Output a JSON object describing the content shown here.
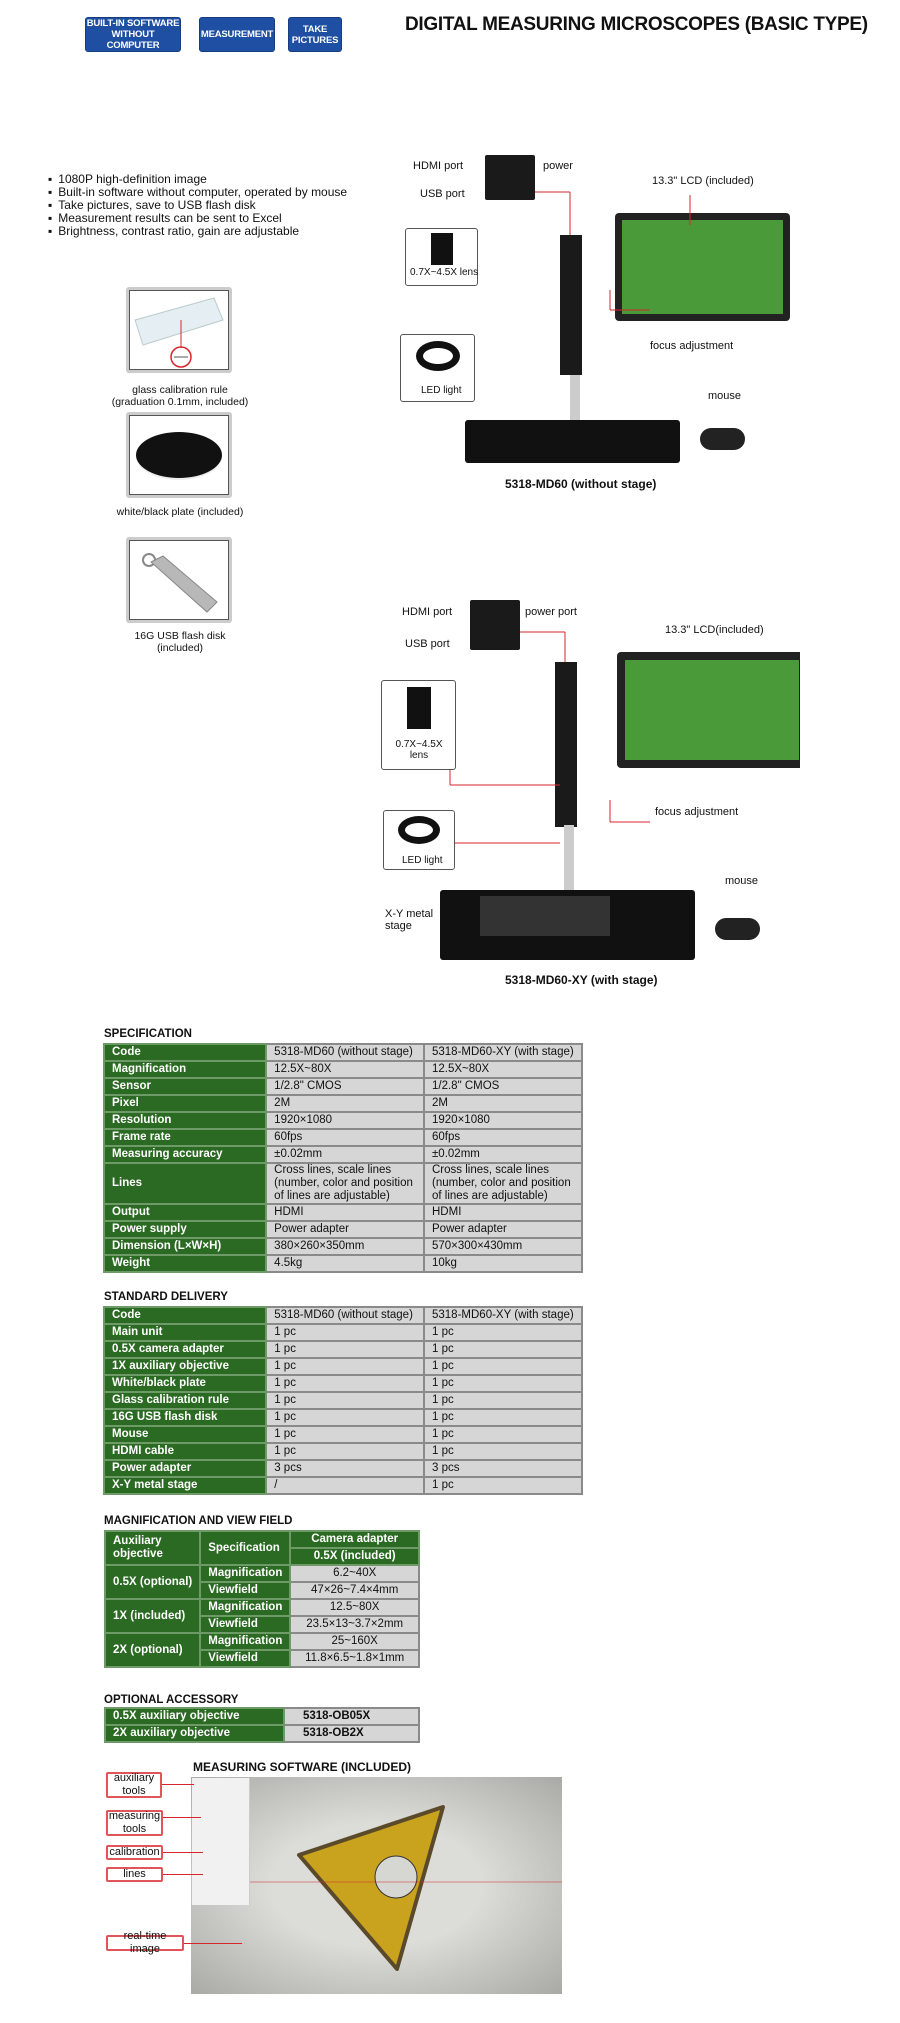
{
  "header": {
    "tags": [
      "BUILT-IN SOFTWARE WITHOUT COMPUTER",
      "MEASUREMENT",
      "TAKE PICTURES"
    ],
    "title": "DIGITAL MEASURING MICROSCOPES (BASIC TYPE)"
  },
  "features": [
    "1080P high-definition image",
    "Built-in software without computer, operated by mouse",
    "Take pictures, save to USB flash disk",
    "Measurement results can be sent to Excel",
    "Brightness, contrast ratio, gain are adjustable"
  ],
  "accessories": [
    {
      "label": "glass calibration rule (graduation 0.1mm, included)"
    },
    {
      "label": "white/black plate (included)"
    },
    {
      "label": "16G USB flash disk (included)"
    }
  ],
  "model1": {
    "caption": "5318-MD60 (without stage)",
    "hdmi": "HDMI port",
    "power": "power",
    "usb": "USB port",
    "lcd": "13.3\" LCD (included)",
    "lens": "0.7X~4.5X lens",
    "led": "LED light",
    "focus": "focus adjustment",
    "mouse": "mouse"
  },
  "model2": {
    "caption": "5318-MD60-XY (with stage)",
    "hdmi": "HDMI port",
    "power": "power port",
    "usb": "USB port",
    "lcd": "13.3\" LCD(included)",
    "lens": "0.7X~4.5X lens",
    "led": "LED light",
    "focus": "focus adjustment",
    "mouse": "mouse",
    "stage": "X-Y metal stage"
  },
  "specification": {
    "title": "SPECIFICATION",
    "rows": [
      [
        "Code",
        "5318-MD60 (without stage)",
        "5318-MD60-XY (with stage)"
      ],
      [
        "Magnification",
        "12.5X~80X",
        "12.5X~80X"
      ],
      [
        "Sensor",
        "1/2.8\" CMOS",
        "1/2.8\" CMOS"
      ],
      [
        "Pixel",
        "2M",
        "2M"
      ],
      [
        "Resolution",
        "1920×1080",
        "1920×1080"
      ],
      [
        "Frame rate",
        "60fps",
        "60fps"
      ],
      [
        "Measuring accuracy",
        "±0.02mm",
        "±0.02mm"
      ],
      [
        "Lines",
        "Cross lines, scale lines (number, color and position of lines are adjustable)",
        "Cross lines, scale lines (number, color and position of lines are adjustable)"
      ],
      [
        "Output",
        "HDMI",
        "HDMI"
      ],
      [
        "Power supply",
        "Power adapter",
        "Power adapter"
      ],
      [
        "Dimension (L×W×H)",
        "380×260×350mm",
        "570×300×430mm"
      ],
      [
        "Weight",
        "4.5kg",
        "10kg"
      ]
    ]
  },
  "delivery": {
    "title": "STANDARD DELIVERY",
    "rows": [
      [
        "Code",
        "5318-MD60 (without stage)",
        "5318-MD60-XY (with stage)"
      ],
      [
        "Main unit",
        "1 pc",
        "1 pc"
      ],
      [
        "0.5X camera adapter",
        "1 pc",
        "1 pc"
      ],
      [
        "1X auxiliary objective",
        "1 pc",
        "1 pc"
      ],
      [
        "White/black plate",
        "1 pc",
        "1 pc"
      ],
      [
        "Glass calibration rule",
        "1 pc",
        "1 pc"
      ],
      [
        "16G USB flash disk",
        "1 pc",
        "1 pc"
      ],
      [
        "Mouse",
        "1 pc",
        "1 pc"
      ],
      [
        "HDMI cable",
        "1 pc",
        "1 pc"
      ],
      [
        "Power adapter",
        "3 pcs",
        "3 pcs"
      ],
      [
        "X-Y metal stage",
        "/",
        "1 pc"
      ]
    ]
  },
  "magnification": {
    "title": "MAGNIFICATION AND VIEW FIELD",
    "h1": "Auxiliary objective",
    "h2": "Specification",
    "h3": "Camera adapter",
    "h4": "0.5X (included)",
    "groups": [
      {
        "objective": "0.5X (optional)",
        "mag_label": "Magnification",
        "mag": "6.2~40X",
        "vf_label": "Viewfield",
        "vf": "47×26~7.4×4mm"
      },
      {
        "objective": "1X (included)",
        "mag_label": "Magnification",
        "mag": "12.5~80X",
        "vf_label": "Viewfield",
        "vf": "23.5×13~3.7×2mm"
      },
      {
        "objective": "2X (optional)",
        "mag_label": "Magnification",
        "mag": "25~160X",
        "vf_label": "Viewfield",
        "vf": "11.8×6.5~1.8×1mm"
      }
    ]
  },
  "optional": {
    "title": "OPTIONAL ACCESSORY",
    "rows": [
      [
        "0.5X auxiliary objective",
        "5318-OB05X"
      ],
      [
        "2X auxiliary objective",
        "5318-OB2X"
      ]
    ]
  },
  "software": {
    "title": "MEASURING SOFTWARE (INCLUDED)",
    "callouts": [
      "auxiliary tools",
      "measuring tools",
      "calibration",
      "lines",
      "real-time image"
    ]
  }
}
